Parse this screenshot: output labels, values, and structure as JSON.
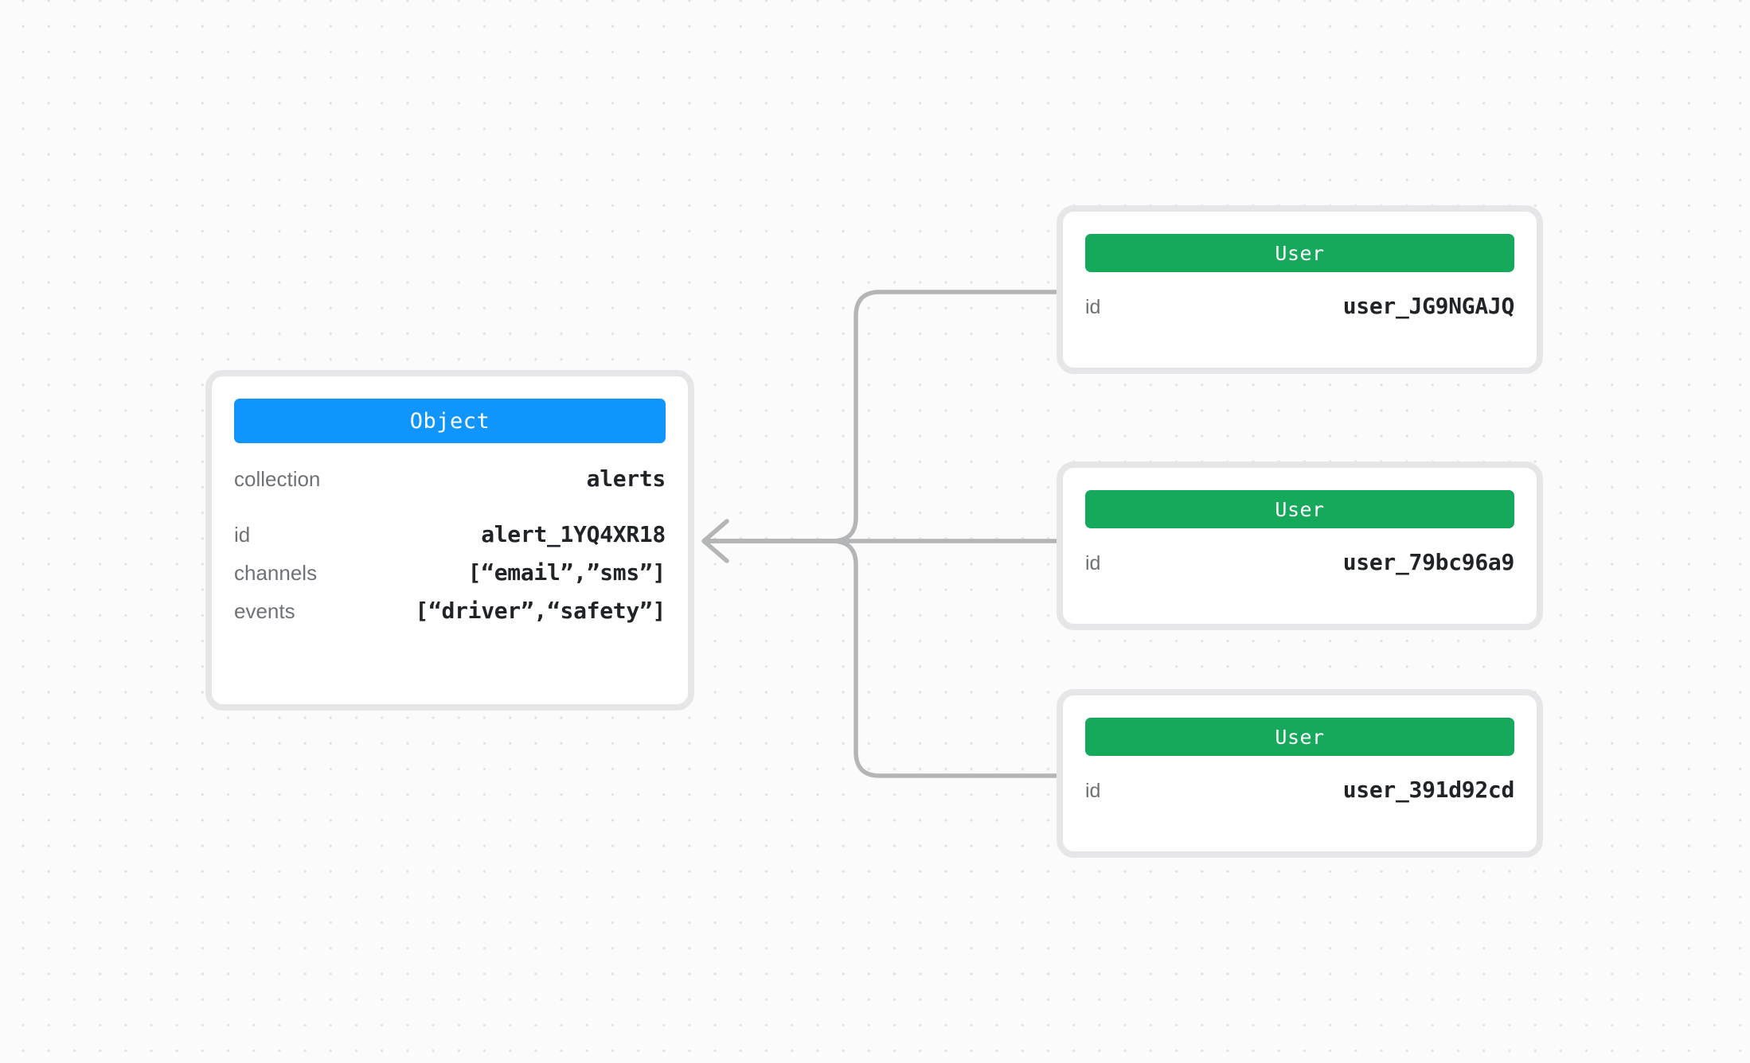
{
  "canvas": {
    "background_color": "#fbfbfb",
    "dot_color": "#e3e3e5",
    "edge_color": "#b3b5b7",
    "card_border_color": "#e6e6e8"
  },
  "nodes": {
    "object": {
      "type_label": "Object",
      "type_color": "#0f95fc",
      "primary": {
        "label": "collection",
        "value": "alerts"
      },
      "fields": [
        {
          "label": "id",
          "value": "alert_1YQ4XR18"
        },
        {
          "label": "channels",
          "value": "[“email”,”sms”]"
        },
        {
          "label": "events",
          "value": "[“driver”,“safety”]"
        }
      ]
    },
    "users": [
      {
        "type_label": "User",
        "type_color": "#16a85b",
        "fields": [
          {
            "label": "id",
            "value": "user_JG9NGAJQ"
          }
        ]
      },
      {
        "type_label": "User",
        "type_color": "#16a85b",
        "fields": [
          {
            "label": "id",
            "value": "user_79bc96a9"
          }
        ]
      },
      {
        "type_label": "User",
        "type_color": "#16a85b",
        "fields": [
          {
            "label": "id",
            "value": "user_391d92cd"
          }
        ]
      }
    ]
  },
  "edges": [
    {
      "from": "user-1",
      "to": "object",
      "arrow": "target"
    },
    {
      "from": "user-2",
      "to": "object",
      "arrow": "target"
    },
    {
      "from": "user-3",
      "to": "object",
      "arrow": "target"
    }
  ]
}
